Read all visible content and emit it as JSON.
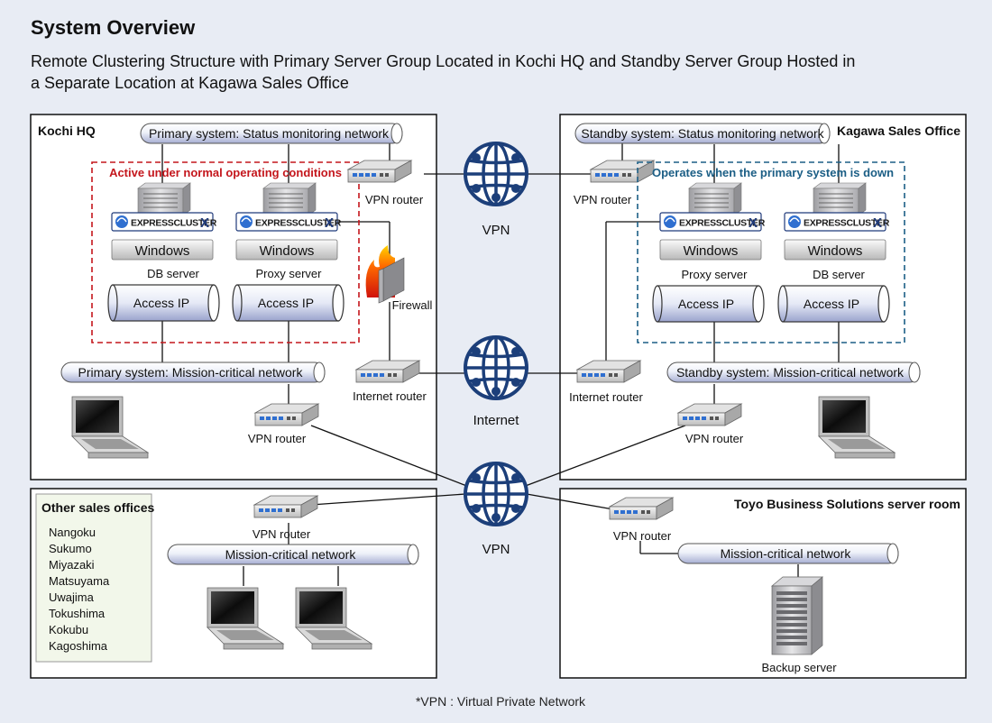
{
  "title": "System Overview",
  "subtitle_line1": "Remote Clustering Structure with Primary Server Group Located in Kochi HQ and Standby Server Group Hosted in",
  "subtitle_line2": "a Separate Location at Kagawa Sales Office",
  "footnote": "*VPN : Virtual Private Network",
  "clouds": {
    "vpn_top": "VPN",
    "internet": "Internet",
    "vpn_bottom": "VPN"
  },
  "kochi": {
    "title": "Kochi HQ",
    "status_network": "Primary system: Status monitoring network",
    "mission_network": "Primary system: Mission-critical network",
    "active_label": "Active under normal operating conditions",
    "vpn_router": "VPN router",
    "vpn_router2": "VPN router",
    "internet_router": "Internet router",
    "firewall": "Firewall",
    "servers": [
      {
        "product": "EXPRESSCLUSTER",
        "os": "Windows",
        "role": "DB server",
        "ip": "Access IP"
      },
      {
        "product": "EXPRESSCLUSTER",
        "os": "Windows",
        "role": "Proxy server",
        "ip": "Access IP"
      }
    ]
  },
  "kagawa": {
    "title": "Kagawa Sales Office",
    "status_network": "Standby system: Status monitoring network",
    "mission_network": "Standby system: Mission-critical network",
    "standby_label": "Operates when the primary system is down",
    "vpn_router": "VPN router",
    "vpn_router2": "VPN router",
    "internet_router": "Internet router",
    "servers": [
      {
        "product": "EXPRESSCLUSTER",
        "os": "Windows",
        "role": "Proxy server",
        "ip": "Access IP"
      },
      {
        "product": "EXPRESSCLUSTER",
        "os": "Windows",
        "role": "DB server",
        "ip": "Access IP"
      }
    ]
  },
  "other": {
    "title": "Other sales offices",
    "offices": [
      "Nangoku",
      "Sukumo",
      "Miyazaki",
      "Matsuyama",
      "Uwajima",
      "Tokushima",
      "Kokubu",
      "Kagoshima"
    ],
    "vpn_router": "VPN router",
    "mission_network": "Mission-critical network"
  },
  "toyo": {
    "title": "Toyo Business Solutions server room",
    "vpn_router": "VPN router",
    "mission_network": "Mission-critical network",
    "backup_server": "Backup server"
  },
  "colors": {
    "active": "#c4161c",
    "standby": "#1b5e85",
    "background": "#e8ecf4",
    "globe": "#1c3f7a"
  }
}
